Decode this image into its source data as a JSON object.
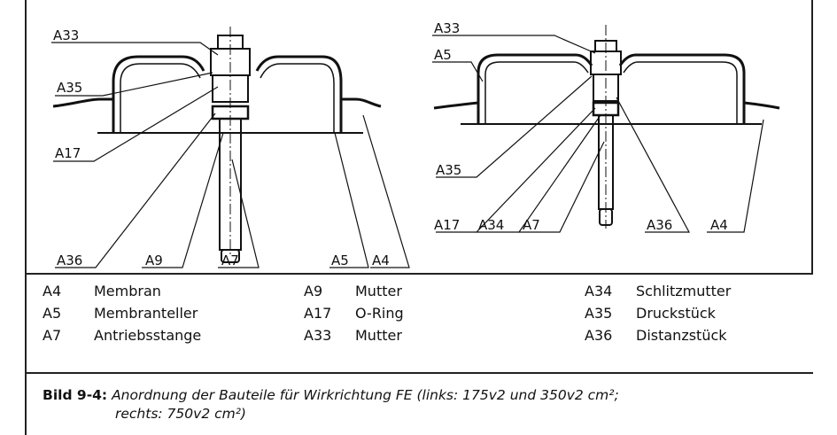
{
  "left_callouts": [
    "A33",
    "A35",
    "A17",
    "A36",
    "A9",
    "A7",
    "A5",
    "A4"
  ],
  "right_callouts": [
    "A33",
    "A5",
    "A35",
    "A17",
    "A34",
    "A7",
    "A36",
    "A4"
  ],
  "legend": [
    [
      {
        "code": "A4",
        "desc": "Membran"
      },
      {
        "code": "A5",
        "desc": "Membranteller"
      },
      {
        "code": "A7",
        "desc": "Antriebsstange"
      }
    ],
    [
      {
        "code": "A9",
        "desc": "Mutter"
      },
      {
        "code": "A17",
        "desc": "O-Ring"
      },
      {
        "code": "A33",
        "desc": "Mutter"
      }
    ],
    [
      {
        "code": "A34",
        "desc": "Schlitzmutter"
      },
      {
        "code": "A35",
        "desc": "Druckstück"
      },
      {
        "code": "A36",
        "desc": "Distanzstück"
      }
    ]
  ],
  "caption": {
    "label": "Bild 9-4:",
    "line1": "Anordnung der Bauteile für Wirkrichtung FE (links: 175v2 und 350v2 cm²;",
    "line2": "rechts: 750v2 cm²)"
  }
}
